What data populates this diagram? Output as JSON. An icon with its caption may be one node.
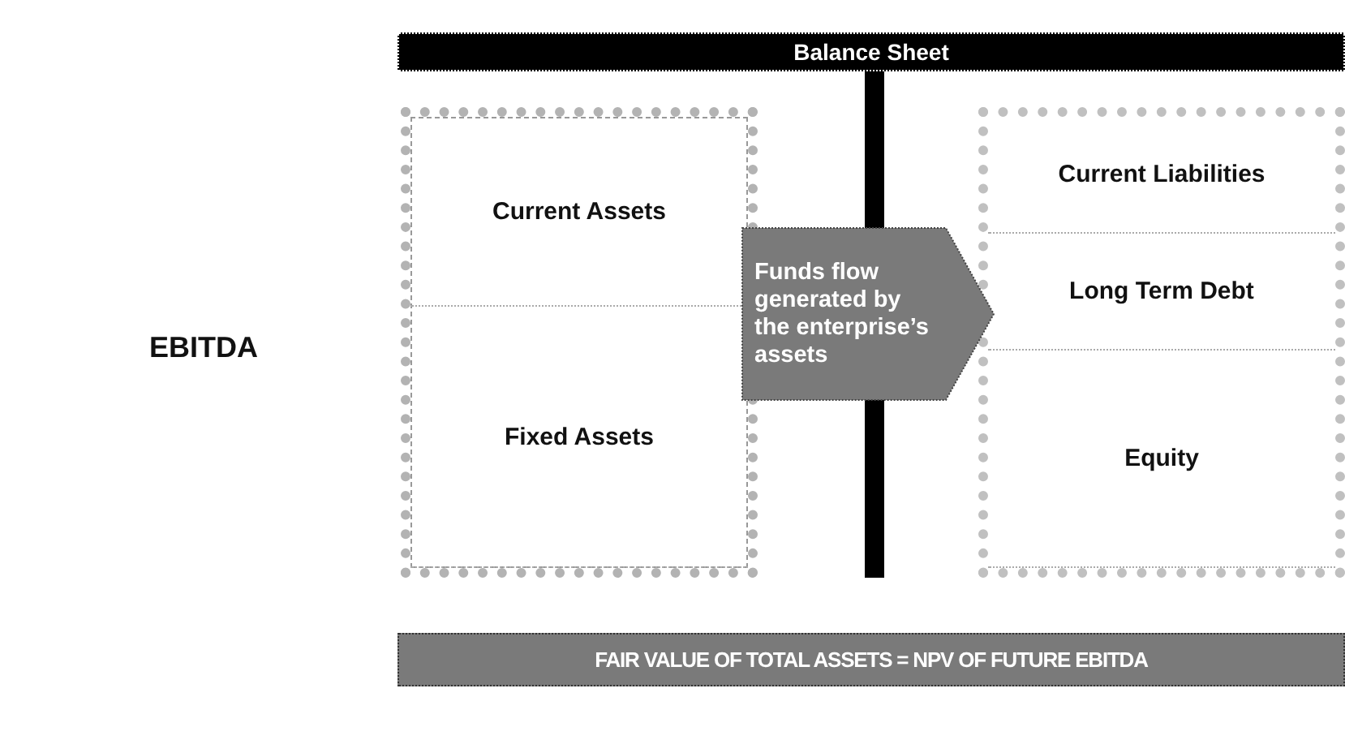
{
  "diagram": {
    "nodes": [
      {
        "text": [
          "Balance Sheet"
        ]
      },
      {
        "text": [],
        "shape": "box"
      },
      {
        "text": [
          "Current Assets"
        ],
        "in": 1
      },
      {
        "text": [
          "Fixed Assets"
        ],
        "in": 1
      },
      {
        "text": [
          "Funds flow generated by the enterprise’s assets"
        ]
      },
      {
        "text": [],
        "shape": "box"
      },
      {
        "text": [
          "Current Liabilities"
        ],
        "in": 5
      },
      {
        "text": [
          "Long Term Debt"
        ],
        "in": 5
      },
      {
        "text": [
          "Equity"
        ],
        "in": 5
      },
      {
        "text": [
          "FAIR VALUE OF TOTAL ASSETS = NPV OF FUTURE EBITDA"
        ]
      }
    ],
    "labels": [
      "EBITDA"
    ]
  }
}
